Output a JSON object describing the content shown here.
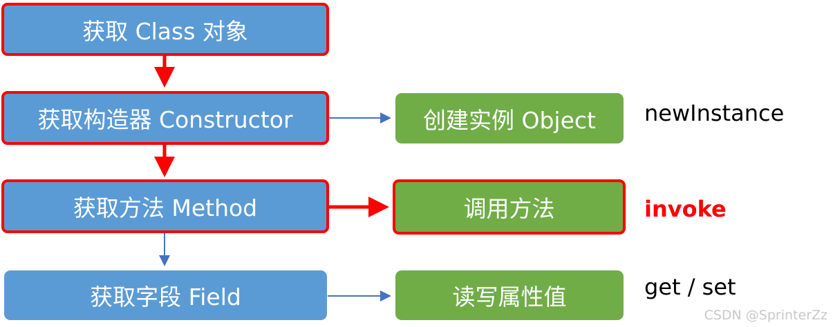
{
  "steps": [
    {
      "label": "获取 Class 对象"
    },
    {
      "label": "获取构造器 Constructor"
    },
    {
      "label": "获取方法 Method"
    },
    {
      "label": "获取字段 Field"
    }
  ],
  "actions": [
    {
      "label": "创建实例 Object",
      "api": "newInstance"
    },
    {
      "label": "调用方法",
      "api": "invoke"
    },
    {
      "label": "读写属性值",
      "api": "get / set"
    }
  ],
  "colors": {
    "step_fill": "#5b9bd5",
    "action_fill": "#70ad47",
    "highlight": "#ff0000",
    "connector": "#4472c4"
  },
  "watermark": "CSDN @SprinterZz"
}
